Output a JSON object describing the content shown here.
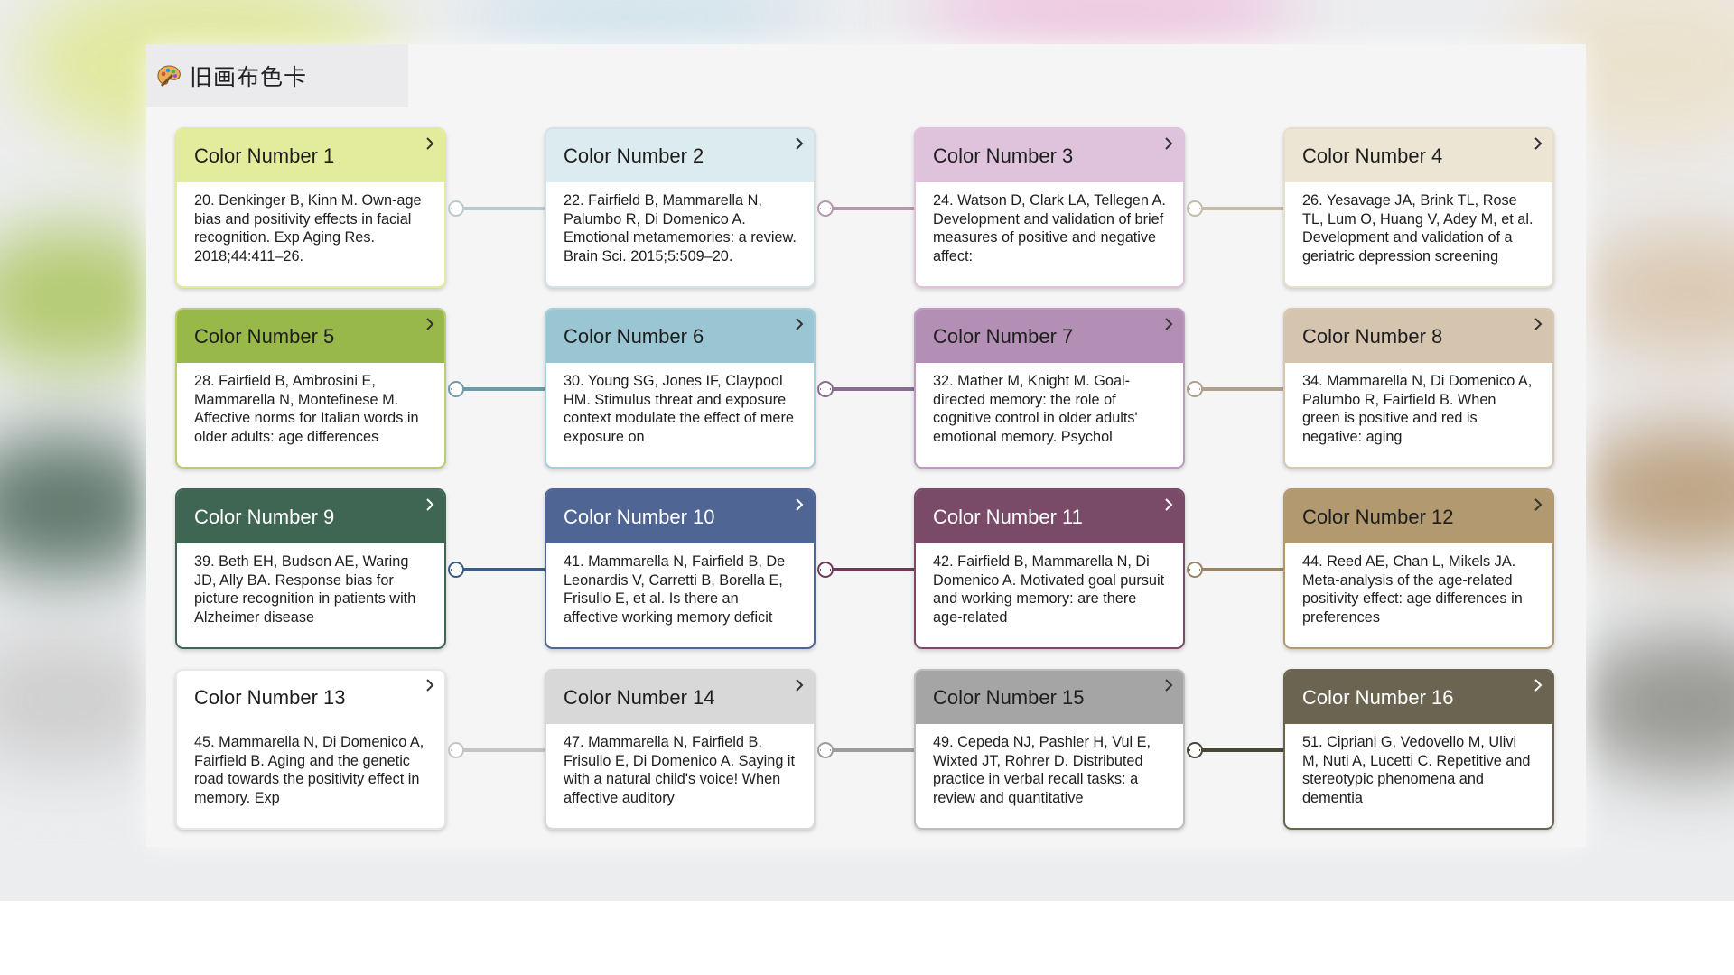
{
  "page": {
    "title": "旧画布色卡",
    "title_icon": "palette-icon"
  },
  "cards": [
    {
      "title": "Color Number 1",
      "color": "#e3ec9c",
      "border": "#e3ec9c",
      "light_text": false,
      "line": "#b9cacd",
      "text": "20. Denkinger B, Kinn M. Own-age bias and positivity effects in facial recognition. Exp Aging Res. 2018;44:411–26."
    },
    {
      "title": "Color Number 2",
      "color": "#dcebef",
      "border": "#d4e2e7",
      "light_text": false,
      "line": "#b399ac",
      "text": "22. Fairfield B, Mammarella N, Palumbo R, Di Domenico A. Emotional metamemories: a review. Brain Sci. 2015;5:509–20."
    },
    {
      "title": "Color Number 3",
      "color": "#dfc3dc",
      "border": "#dfc3dc",
      "light_text": false,
      "line": "#c4bba9",
      "text": "24. Watson D, Clark LA, Tellegen A. Development and validation of brief measures of positive and negative affect:"
    },
    {
      "title": "Color Number 4",
      "color": "#ede5d3",
      "border": "#e7dfcd",
      "light_text": false,
      "line": null,
      "text": "26. Yesavage JA, Brink TL, Rose TL, Lum O, Huang V, Adey M, et al. Development and validation of a geriatric depression screening"
    },
    {
      "title": "Color Number 5",
      "color": "#99b84a",
      "border": "#b7cf6b",
      "light_text": false,
      "line": "#6f9aa8",
      "text": "28. Fairfield B, Ambrosini E, Mammarella N, Montefinese M. Affective norms for Italian words in older adults: age differences"
    },
    {
      "title": "Color Number 6",
      "color": "#99c6d2",
      "border": "#a6cfd9",
      "light_text": false,
      "line": "#8b6b91",
      "text": "30. Young SG, Jones IF, Claypool HM. Stimulus threat and exposure context modulate the effect of mere exposure on"
    },
    {
      "title": "Color Number 7",
      "color": "#b38fb6",
      "border": "#bb9cbf",
      "light_text": false,
      "line": "#b0a08b",
      "text": "32. Mather M, Knight M. Goal-directed memory: the role of cognitive control in older adults' emotional memory. Psychol"
    },
    {
      "title": "Color Number 8",
      "color": "#d5c5ae",
      "border": "#d7c8b3",
      "light_text": false,
      "line": null,
      "text": "34. Mammarella N, Di Domenico A, Palumbo R, Fairfield B. When green is positive and red is negative: aging"
    },
    {
      "title": "Color Number 9",
      "color": "#3f6553",
      "border": "#3f6553",
      "light_text": true,
      "line": "#3d5a83",
      "text": "39. Beth EH, Budson AE, Waring JD, Ally BA. Response bias for picture recognition in patients with Alzheimer disease"
    },
    {
      "title": "Color Number 10",
      "color": "#4f6594",
      "border": "#4f6594",
      "light_text": true,
      "line": "#6b3a59",
      "text": "41. Mammarella N, Fairfield B, De Leonardis V, Carretti B, Borella E, Frisullo E, et al. Is there an affective working memory deficit"
    },
    {
      "title": "Color Number 11",
      "color": "#7a4b69",
      "border": "#7a4b69",
      "light_text": true,
      "line": "#9a8466",
      "text": "42. Fairfield B, Mammarella N, Di Domenico A. Motivated goal pursuit and working memory: are there age-related"
    },
    {
      "title": "Color Number 12",
      "color": "#b2996f",
      "border": "#b2996f",
      "light_text": false,
      "line": null,
      "text": "44. Reed AE, Chan L, Mikels JA. Meta-analysis of the age-related positivity effect: age differences in preferences"
    },
    {
      "title": "Color Number 13",
      "color": "#ffffff",
      "border": "#e8e8e8",
      "light_text": false,
      "line": "#c4c4c4",
      "text": "45. Mammarella N, Di Domenico A, Fairfield B. Aging and the genetic road towards the positivity effect in memory. Exp"
    },
    {
      "title": "Color Number 14",
      "color": "#d8d8d8",
      "border": "#d8d8d8",
      "light_text": false,
      "line": "#9c9c9c",
      "text": "47. Mammarella N, Fairfield B, Frisullo E, Di Domenico A. Saying it with a natural child's voice! When affective auditory"
    },
    {
      "title": "Color Number 15",
      "color": "#a5a5a5",
      "border": "#bdbdbd",
      "light_text": false,
      "line": "#4a4737",
      "text": "49. Cepeda NJ, Pashler H, Vul E, Wixted JT, Rohrer D. Distributed practice in verbal recall tasks: a review and quantitative"
    },
    {
      "title": "Color Number 16",
      "color": "#6b6450",
      "border": "#6b6450",
      "light_text": true,
      "line": null,
      "text": "51. Cipriani G, Vedovello M, Ulivi M, Nuti A, Lucetti C. Repetitive and stereotypic phenomena and dementia"
    }
  ]
}
